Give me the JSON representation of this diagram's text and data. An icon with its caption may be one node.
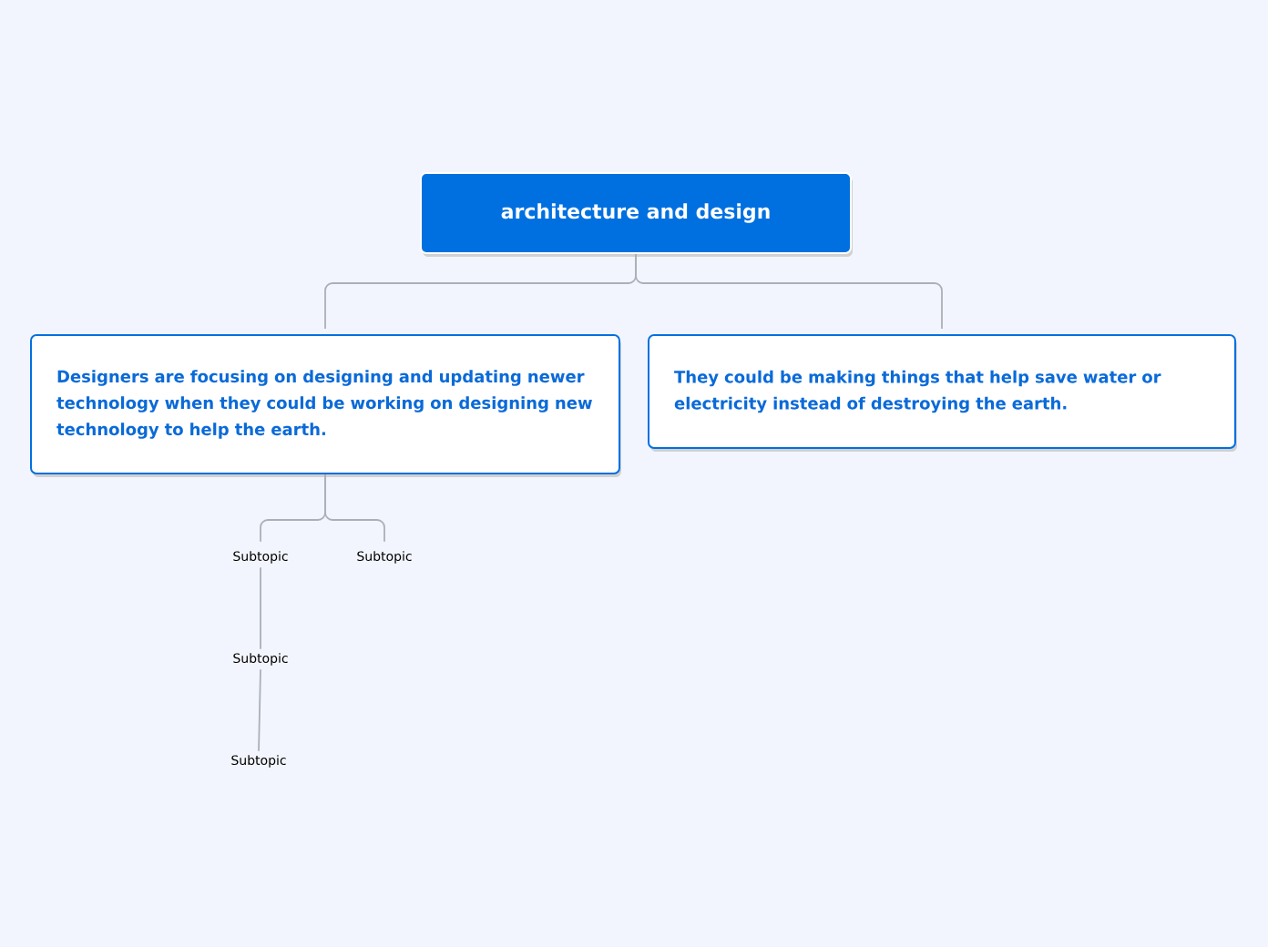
{
  "diagram": {
    "nodes": [
      {
        "text": [
          "architecture and design"
        ]
      },
      {
        "text": [
          "Designers are focusing on designing and updating newer technology when they could be working on designing new technology to help the earth."
        ]
      },
      {
        "text": [
          "They could be making things that help save water or electricity instead of destroying the earth."
        ]
      },
      {
        "text": [
          "Subtopic"
        ]
      },
      {
        "text": [
          "Subtopic"
        ]
      },
      {
        "text": [
          "Subtopic"
        ]
      },
      {
        "text": [
          "Subtopic"
        ]
      }
    ],
    "edges": [
      {
        "from": 0,
        "to": 1,
        "arrow": "none"
      },
      {
        "from": 0,
        "to": 2,
        "arrow": "none"
      },
      {
        "from": 1,
        "to": 3,
        "arrow": "none"
      },
      {
        "from": 1,
        "to": 4,
        "arrow": "none"
      },
      {
        "from": 3,
        "to": 5,
        "arrow": "none"
      },
      {
        "from": 5,
        "to": 6,
        "arrow": "none"
      }
    ]
  }
}
